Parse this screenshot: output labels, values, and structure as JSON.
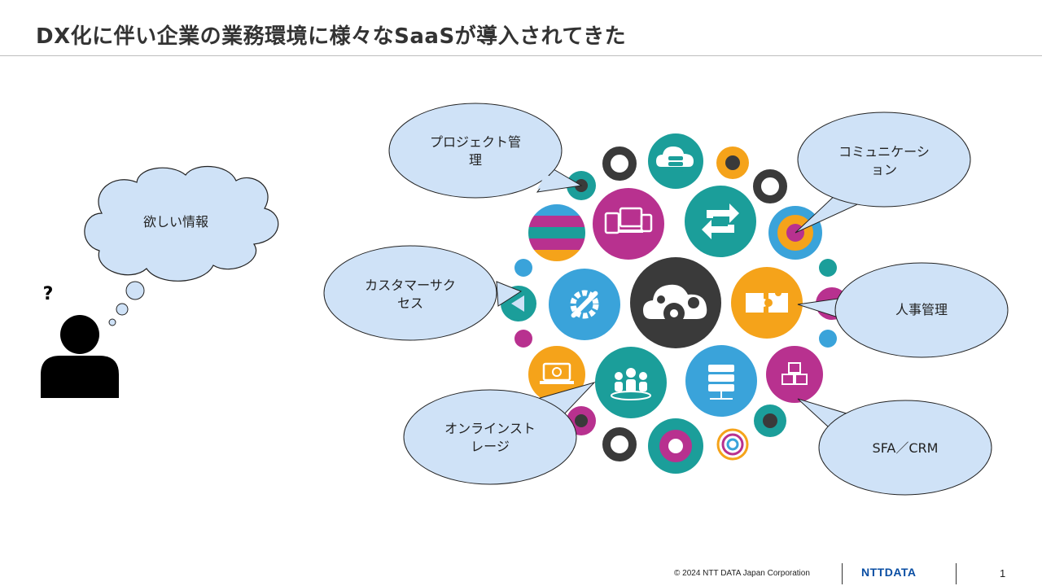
{
  "slide": {
    "title": "DX化に伴い企業の業務環境に様々なSaaSが導入されてきた"
  },
  "person": {
    "question_mark": "?",
    "thought": "欲しい情報"
  },
  "callouts": {
    "project": [
      "プロジェクト管",
      "理"
    ],
    "communication": [
      "コミュニケーシ",
      "ョン"
    ],
    "customer_success": [
      "カスタマーサク",
      "セス"
    ],
    "hr": [
      "人事管理"
    ],
    "storage": [
      "オンラインスト",
      "レージ"
    ],
    "sfa": [
      "SFA／CRM"
    ]
  },
  "icons": {
    "center": "cloud-gears-icon",
    "devices": "devices-icon",
    "sync": "sync-icon",
    "settings": "gear-wrench-icon",
    "puzzle": "puzzle-icon",
    "team": "team-icon",
    "database": "database-icon",
    "blocks": "blocks-icon",
    "cloud_db": "cloud-database-icon",
    "laptop": "laptop-gear-icon"
  },
  "colors": {
    "teal": "#1b9e9a",
    "magenta": "#b8318f",
    "orange": "#f5a31a",
    "blue": "#3aa3da",
    "dark": "#3a3a3a",
    "bubble_fill": "#cfe2f7",
    "footer_logo": "#0a4ea3"
  },
  "footer": {
    "copyright": "© 2024 NTT DATA Japan Corporation",
    "logo": "NTTDATA",
    "page": "1"
  }
}
